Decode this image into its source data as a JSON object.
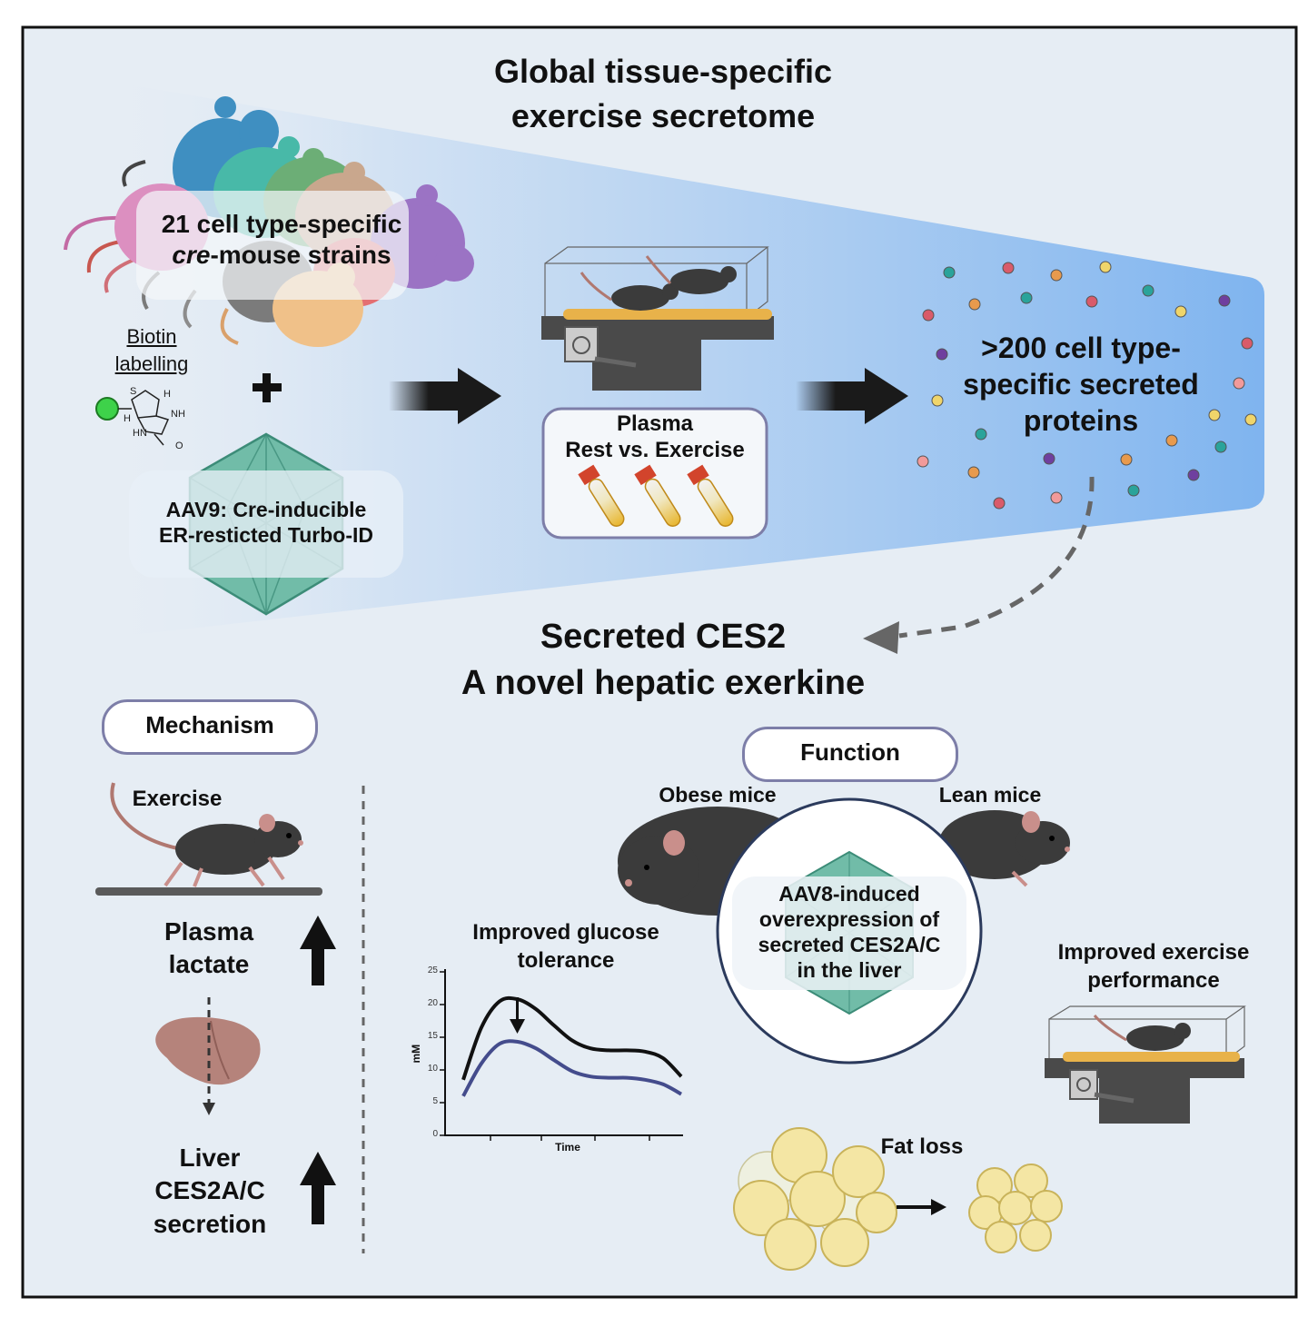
{
  "title": {
    "line1": "Global tissue-specific",
    "line2": "exercise secretome"
  },
  "strains": {
    "line1": "21 cell type-specific",
    "line2_italic": "cre",
    "line2_rest": "-mouse strains"
  },
  "biotin": {
    "line1": "Biotin",
    "line2": "labelling"
  },
  "chem": {
    "s": "S",
    "h1": "H",
    "h2": "H",
    "nh": "NH",
    "hn": "HN",
    "o": "O"
  },
  "plus": "+",
  "aav9": {
    "line1": "AAV9: Cre-inducible",
    "line2": "ER-resticted Turbo-ID"
  },
  "plasma": {
    "line1": "Plasma",
    "line2": "Rest vs. Exercise"
  },
  "proteins": {
    "line1": ">200 cell type-",
    "line2": "specific secreted",
    "line3": "proteins"
  },
  "ces2": {
    "line1": "Secreted CES2",
    "line2": "A novel hepatic exerkine"
  },
  "mechanism": {
    "label": "Mechanism",
    "exercise": "Exercise",
    "lactate_line1": "Plasma",
    "lactate_line2": "lactate",
    "liver_line1": "Liver",
    "liver_line2": "CES2A/C",
    "liver_line3": "secretion"
  },
  "function": {
    "label": "Function",
    "obese": "Obese mice",
    "lean": "Lean mice",
    "aav8_line1": "AAV8-induced",
    "aav8_line2": "overexpression of",
    "aav8_line3": "secreted CES2A/C",
    "aav8_line4": "in the liver",
    "glucose_line1": "Improved glucose",
    "glucose_line2": "tolerance",
    "perf_line1": "Improved exercise",
    "perf_line2": "performance",
    "fat": "Fat loss"
  },
  "colors": {
    "border": "#111111",
    "background": "#e6edf4",
    "beam": "#7fb4ef",
    "arrow": "#1a1a1a",
    "mouse": "#3b3b3b",
    "liver": "#b5837b",
    "capsid": "#58ab97",
    "fat": "#f4e6a4",
    "pill_border": "#7d7ea8",
    "curve_control": "#111111",
    "curve_ces2": "#444c8c"
  },
  "chart_data": {
    "type": "line",
    "xlabel": "Time",
    "ylabel": "mM",
    "ylim": [
      0,
      25
    ],
    "yticks": [
      0,
      5,
      10,
      15,
      20,
      25
    ],
    "x": [
      0,
      1,
      2,
      3,
      4,
      5,
      6,
      7,
      8,
      9,
      10,
      11,
      12
    ],
    "series": [
      {
        "values": [
          8.5,
          16.5,
          20.5,
          20.8,
          19.3,
          16.8,
          14.5,
          13.3,
          13.0,
          13.0,
          12.8,
          11.8,
          9.0
        ]
      },
      {
        "values": [
          6.0,
          11.0,
          14.0,
          14.3,
          13.3,
          11.5,
          9.8,
          9.0,
          8.8,
          8.8,
          8.5,
          7.8,
          6.3
        ]
      }
    ]
  }
}
